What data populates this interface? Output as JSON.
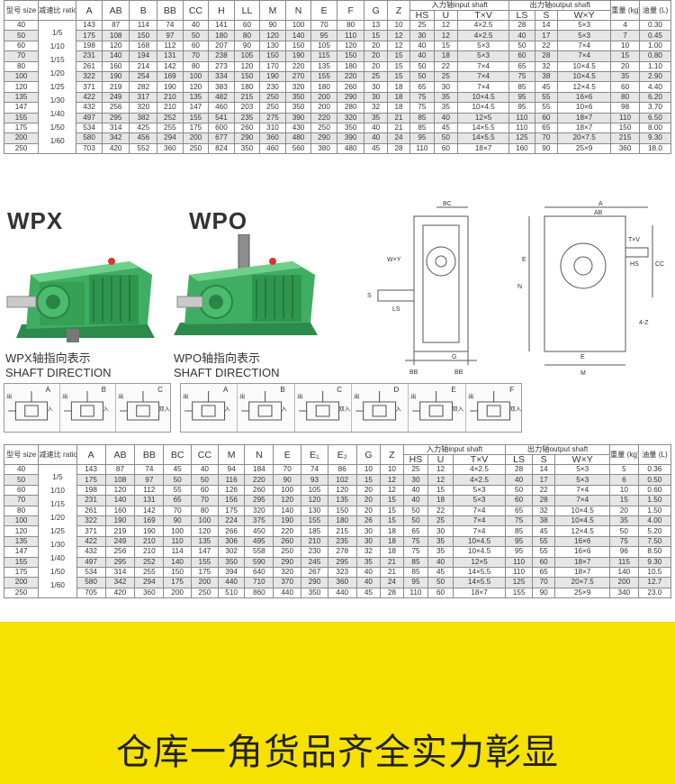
{
  "table_top": {
    "headers": [
      "型号 size",
      "减速比 ratio",
      "A",
      "AB",
      "B",
      "BB",
      "CC",
      "H",
      "LL",
      "M",
      "N",
      "E",
      "F",
      "G",
      "Z",
      "入力轴input shaft",
      "出力轴output shaft",
      "重量 (kg)",
      "油量 (L)"
    ],
    "sub_in": [
      "HS",
      "U",
      "T×V"
    ],
    "sub_out": [
      "LS",
      "S",
      "W×Y"
    ],
    "ratios": "1/5\n1/10\n1/15\n1/20\n1/25\n1/30\n1/40\n1/50\n1/60",
    "rows": [
      [
        "40",
        "",
        "143",
        "87",
        "114",
        "74",
        "40",
        "141",
        "60",
        "90",
        "100",
        "70",
        "80",
        "13",
        "10",
        "25",
        "12",
        "4×2.5",
        "28",
        "14",
        "5×3",
        "4",
        "0.30"
      ],
      [
        "50",
        "",
        "175",
        "108",
        "150",
        "97",
        "50",
        "180",
        "80",
        "120",
        "140",
        "95",
        "110",
        "15",
        "12",
        "30",
        "12",
        "4×2.5",
        "40",
        "17",
        "5×3",
        "7",
        "0.45"
      ],
      [
        "60",
        "",
        "198",
        "120",
        "168",
        "112",
        "60",
        "207",
        "90",
        "130",
        "150",
        "105",
        "120",
        "20",
        "12",
        "40",
        "15",
        "5×3",
        "50",
        "22",
        "7×4",
        "10",
        "1.00"
      ],
      [
        "70",
        "",
        "231",
        "140",
        "194",
        "131",
        "70",
        "238",
        "105",
        "150",
        "190",
        "115",
        "150",
        "20",
        "15",
        "40",
        "18",
        "5×3",
        "60",
        "28",
        "7×4",
        "15",
        "0.80"
      ],
      [
        "80",
        "",
        "261",
        "160",
        "214",
        "142",
        "80",
        "273",
        "120",
        "170",
        "220",
        "135",
        "180",
        "20",
        "15",
        "50",
        "22",
        "7×4",
        "65",
        "32",
        "10×4.5",
        "20",
        "1.10"
      ],
      [
        "100",
        "",
        "322",
        "190",
        "254",
        "169",
        "100",
        "334",
        "150",
        "190",
        "270",
        "155",
        "220",
        "25",
        "15",
        "50",
        "25",
        "7×4",
        "75",
        "38",
        "10×4.5",
        "35",
        "2.90"
      ],
      [
        "120",
        "",
        "371",
        "219",
        "282",
        "190",
        "120",
        "383",
        "180",
        "230",
        "320",
        "180",
        "260",
        "30",
        "18",
        "65",
        "30",
        "7×4",
        "85",
        "45",
        "12×4.5",
        "60",
        "4.40"
      ],
      [
        "135",
        "",
        "422",
        "249",
        "317",
        "210",
        "135",
        "482",
        "215",
        "250",
        "350",
        "200",
        "290",
        "30",
        "18",
        "75",
        "35",
        "10×4.5",
        "95",
        "55",
        "16×6",
        "80",
        "6.20"
      ],
      [
        "147",
        "",
        "432",
        "256",
        "320",
        "210",
        "147",
        "460",
        "203",
        "250",
        "350",
        "200",
        "280",
        "32",
        "18",
        "75",
        "35",
        "10×4.5",
        "95",
        "55",
        "10×6",
        "98",
        "3.70"
      ],
      [
        "155",
        "",
        "497",
        "295",
        "382",
        "252",
        "155",
        "541",
        "235",
        "275",
        "390",
        "220",
        "320",
        "35",
        "21",
        "85",
        "40",
        "12×5",
        "110",
        "60",
        "18×7",
        "110",
        "6.50"
      ],
      [
        "175",
        "",
        "534",
        "314",
        "425",
        "255",
        "175",
        "600",
        "260",
        "310",
        "430",
        "250",
        "350",
        "40",
        "21",
        "85",
        "45",
        "14×5.5",
        "110",
        "65",
        "18×7",
        "150",
        "8.00"
      ],
      [
        "200",
        "",
        "580",
        "342",
        "456",
        "294",
        "200",
        "677",
        "290",
        "360",
        "480",
        "290",
        "390",
        "40",
        "24",
        "95",
        "50",
        "14×5.5",
        "125",
        "70",
        "20×7.5",
        "215",
        "9.30"
      ],
      [
        "250",
        "",
        "703",
        "420",
        "552",
        "360",
        "250",
        "824",
        "350",
        "460",
        "560",
        "380",
        "480",
        "45",
        "28",
        "110",
        "60",
        "18×7",
        "160",
        "90",
        "25×9",
        "360",
        "18.0"
      ]
    ]
  },
  "models": {
    "wpx": {
      "title": "WPX",
      "caption_cn": "WPX轴指向表示",
      "caption_en": "SHAFT DIRECTION"
    },
    "wpo": {
      "title": "WPO",
      "caption_cn": "WPO轴指向表示",
      "caption_en": "SHAFT DIRECTION"
    }
  },
  "direction_labels": {
    "wpx": [
      "A",
      "B",
      "C"
    ],
    "wpo": [
      "A",
      "B",
      "C",
      "D",
      "E",
      "F"
    ],
    "in": "入",
    "out": "出",
    "double_in": "双入"
  },
  "drawing_labels": {
    "left": [
      "BC",
      "W×Y",
      "S",
      "LS",
      "BB",
      "G",
      "BB"
    ],
    "right": [
      "A",
      "AB",
      "T×V",
      "HS",
      "E",
      "N",
      "CC",
      "E",
      "M",
      "4-Z"
    ]
  },
  "table_bottom": {
    "headers": [
      "型号 size",
      "减速比 ratio",
      "A",
      "AB",
      "BB",
      "BC",
      "CC",
      "M",
      "N",
      "E",
      "E₁",
      "E₂",
      "G",
      "Z",
      "入力轴input shaft",
      "出力轴output shaft",
      "重量 (kg)",
      "油量 (L)"
    ],
    "sub_in": [
      "HS",
      "U",
      "T×V"
    ],
    "sub_out": [
      "LS",
      "S",
      "W×Y"
    ],
    "ratios": "1/5\n1/10\n1/15\n1/20\n1/25\n1/30\n1/40\n1/50\n1/60",
    "rows": [
      [
        "40",
        "",
        "143",
        "87",
        "74",
        "45",
        "40",
        "94",
        "184",
        "70",
        "74",
        "86",
        "10",
        "10",
        "25",
        "12",
        "4×2.5",
        "28",
        "14",
        "5×3",
        "5",
        "0.36"
      ],
      [
        "50",
        "",
        "175",
        "108",
        "97",
        "50",
        "50",
        "116",
        "220",
        "90",
        "93",
        "102",
        "15",
        "12",
        "30",
        "12",
        "4×2.5",
        "40",
        "17",
        "5×3",
        "6",
        "0.50"
      ],
      [
        "60",
        "",
        "198",
        "120",
        "112",
        "55",
        "60",
        "126",
        "260",
        "100",
        "105",
        "120",
        "20",
        "12",
        "40",
        "15",
        "5×3",
        "50",
        "22",
        "7×4",
        "10",
        "0.60"
      ],
      [
        "70",
        "",
        "231",
        "140",
        "131",
        "65",
        "70",
        "156",
        "295",
        "120",
        "120",
        "135",
        "20",
        "15",
        "40",
        "18",
        "5×3",
        "60",
        "28",
        "7×4",
        "15",
        "1.50"
      ],
      [
        "80",
        "",
        "261",
        "160",
        "142",
        "70",
        "80",
        "175",
        "320",
        "140",
        "130",
        "150",
        "20",
        "15",
        "50",
        "22",
        "7×4",
        "65",
        "32",
        "10×4.5",
        "20",
        "1.50"
      ],
      [
        "100",
        "",
        "322",
        "190",
        "169",
        "90",
        "100",
        "224",
        "375",
        "190",
        "155",
        "180",
        "26",
        "15",
        "50",
        "25",
        "7×4",
        "75",
        "38",
        "10×4.5",
        "35",
        "4.00"
      ],
      [
        "120",
        "",
        "371",
        "219",
        "190",
        "100",
        "120",
        "266",
        "450",
        "220",
        "185",
        "215",
        "30",
        "18",
        "65",
        "30",
        "7×4",
        "85",
        "45",
        "12×4.5",
        "50",
        "5.20"
      ],
      [
        "135",
        "",
        "422",
        "249",
        "210",
        "110",
        "135",
        "306",
        "495",
        "260",
        "210",
        "235",
        "30",
        "18",
        "75",
        "35",
        "10×4.5",
        "95",
        "55",
        "16×6",
        "75",
        "7.50"
      ],
      [
        "147",
        "",
        "432",
        "256",
        "210",
        "114",
        "147",
        "302",
        "558",
        "250",
        "230",
        "278",
        "32",
        "18",
        "75",
        "35",
        "10×4.5",
        "95",
        "55",
        "16×6",
        "96",
        "8.50"
      ],
      [
        "155",
        "",
        "497",
        "295",
        "252",
        "140",
        "155",
        "350",
        "590",
        "290",
        "245",
        "295",
        "35",
        "21",
        "85",
        "40",
        "12×5",
        "110",
        "60",
        "18×7",
        "115",
        "9.30"
      ],
      [
        "175",
        "",
        "534",
        "314",
        "255",
        "150",
        "175",
        "394",
        "640",
        "320",
        "267",
        "323",
        "40",
        "21",
        "85",
        "45",
        "14×5.5",
        "110",
        "65",
        "18×7",
        "140",
        "10.5"
      ],
      [
        "200",
        "",
        "580",
        "342",
        "294",
        "175",
        "200",
        "440",
        "710",
        "370",
        "290",
        "360",
        "40",
        "24",
        "95",
        "50",
        "14×5.5",
        "125",
        "70",
        "20×7.5",
        "200",
        "12.7"
      ],
      [
        "250",
        "",
        "705",
        "420",
        "360",
        "200",
        "250",
        "510",
        "860",
        "440",
        "350",
        "440",
        "45",
        "28",
        "110",
        "60",
        "18×7",
        "155",
        "90",
        "25×9",
        "340",
        "23.0"
      ]
    ]
  },
  "banner": {
    "text": "仓库一角货品齐全实力彰显"
  }
}
